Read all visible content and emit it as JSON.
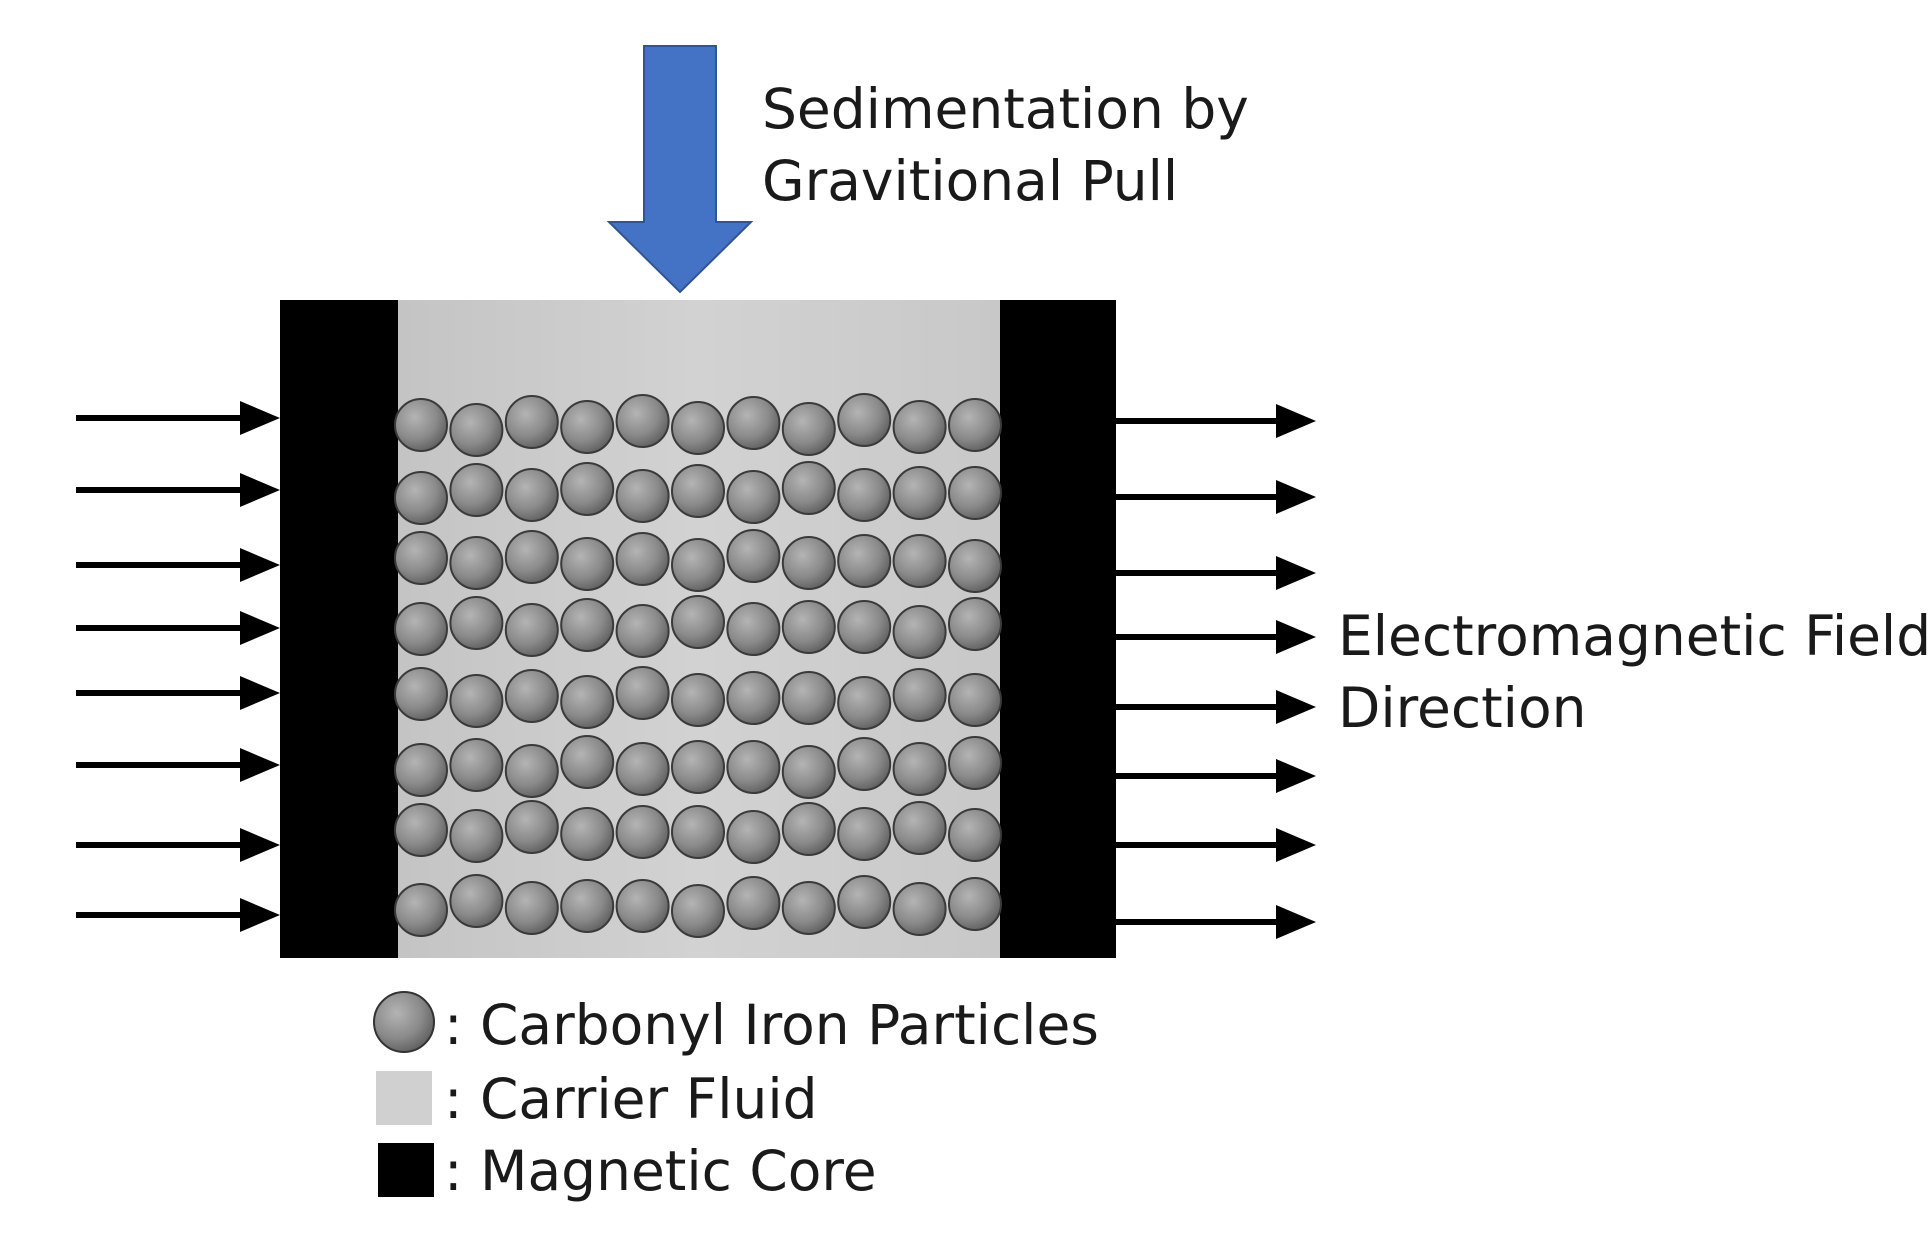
{
  "gravity_label": {
    "line1": "Sedimentation by",
    "line2": "Gravitional Pull"
  },
  "field_label": {
    "line1": "Electromagnetic Field",
    "line2": "Direction"
  },
  "legend": {
    "particles": ": Carbonyl Iron Particles",
    "fluid": ": Carrier Fluid",
    "core": ": Magnetic Core"
  },
  "particle_grid": {
    "rows": 8,
    "columns": 11
  },
  "field_arrows": {
    "left_count": 8,
    "right_count": 8
  },
  "colors": {
    "gravity_arrow": "#4472c4",
    "magnetic_core": "#000000",
    "carrier_fluid": "#cfcfcf",
    "particle": "#8a8a8a",
    "field_arrow": "#000000"
  }
}
